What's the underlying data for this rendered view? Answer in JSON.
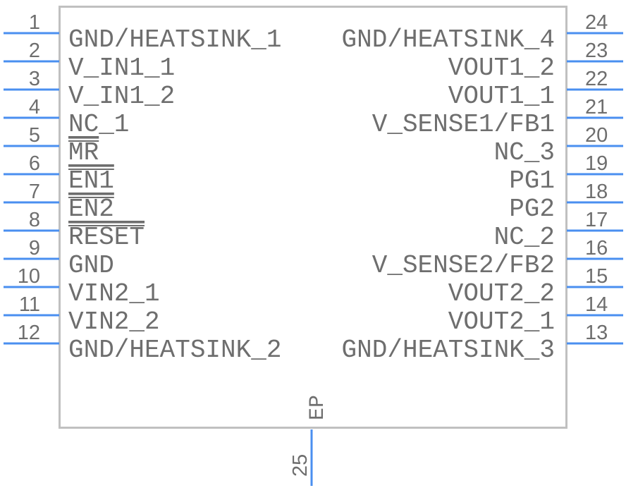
{
  "colors": {
    "pin": "#4a8ff0",
    "body": "#c0c0c0",
    "text": "#6e6e6e"
  },
  "left_pins": [
    {
      "number": "1",
      "name": "GND/HEATSINK_1",
      "inverted": false
    },
    {
      "number": "2",
      "name": "V_IN1_1",
      "inverted": false
    },
    {
      "number": "3",
      "name": "V_IN1_2",
      "inverted": false
    },
    {
      "number": "4",
      "name": "NC_1",
      "inverted": false
    },
    {
      "number": "5",
      "name": "MR",
      "inverted": true
    },
    {
      "number": "6",
      "name": "EN1",
      "inverted": true
    },
    {
      "number": "7",
      "name": "EN2",
      "inverted": true
    },
    {
      "number": "8",
      "name": "RESET",
      "inverted": true
    },
    {
      "number": "9",
      "name": "GND",
      "inverted": false
    },
    {
      "number": "10",
      "name": "VIN2_1",
      "inverted": false
    },
    {
      "number": "11",
      "name": "VIN2_2",
      "inverted": false
    },
    {
      "number": "12",
      "name": "GND/HEATSINK_2",
      "inverted": false
    }
  ],
  "right_pins": [
    {
      "number": "24",
      "name": "GND/HEATSINK_4",
      "inverted": false
    },
    {
      "number": "23",
      "name": "VOUT1_2",
      "inverted": false
    },
    {
      "number": "22",
      "name": "VOUT1_1",
      "inverted": false
    },
    {
      "number": "21",
      "name": "V_SENSE1/FB1",
      "inverted": false
    },
    {
      "number": "20",
      "name": "NC_3",
      "inverted": false
    },
    {
      "number": "19",
      "name": "PG1",
      "inverted": false
    },
    {
      "number": "18",
      "name": "PG2",
      "inverted": false
    },
    {
      "number": "17",
      "name": "NC_2",
      "inverted": false
    },
    {
      "number": "16",
      "name": "V_SENSE2/FB2",
      "inverted": false
    },
    {
      "number": "15",
      "name": "VOUT2_2",
      "inverted": false
    },
    {
      "number": "14",
      "name": "VOUT2_1",
      "inverted": false
    },
    {
      "number": "13",
      "name": "GND/HEATSINK_3",
      "inverted": false
    }
  ],
  "bottom_pin": {
    "number": "25",
    "name": "EP"
  }
}
